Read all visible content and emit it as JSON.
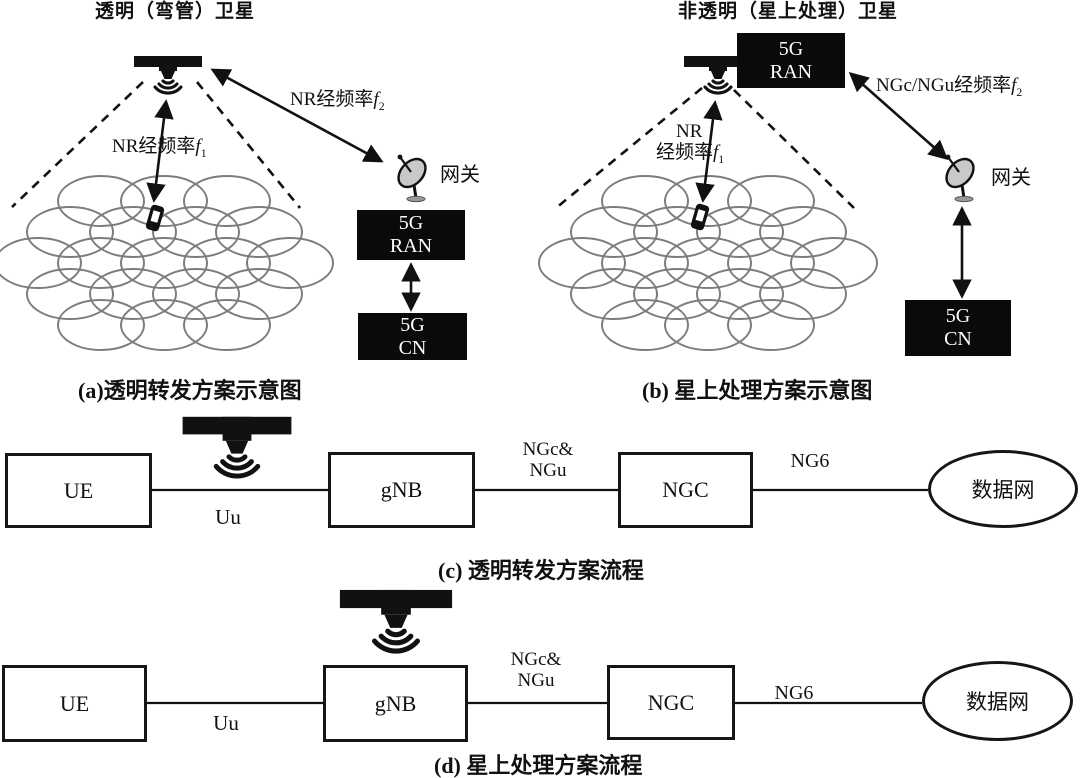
{
  "colors": {
    "ink": "#111111",
    "box_fill": "#0a0a0a",
    "box_text": "#ffffff",
    "beam_stroke": "#7d7d7d",
    "background": "#ffffff"
  },
  "icons": {
    "satellite": "satellite-icon",
    "gateway": "dish-icon",
    "handset": "phone-icon"
  },
  "panel_a": {
    "title": "透明（弯管）卫星",
    "freq_f1": {
      "base": "NR经频率",
      "var": "f",
      "sub": "1"
    },
    "freq_f2": {
      "base": "NR经频率",
      "var": "f",
      "sub": "2"
    },
    "gateway_label": "网关",
    "ran_box": {
      "line1": "5G",
      "line2": "RAN"
    },
    "cn_box": {
      "line1": "5G",
      "line2": "CN"
    },
    "caption": "(a)透明转发方案示意图"
  },
  "panel_b": {
    "title": "非透明（星上处理）卫星",
    "freq_f1": {
      "line1": "NR",
      "base": "经频率",
      "var": "f",
      "sub": "1"
    },
    "freq_f2": {
      "base": "NGc/NGu经频率",
      "var": "f",
      "sub": "2"
    },
    "gateway_label": "网关",
    "ran_box": {
      "line1": "5G",
      "line2": "RAN"
    },
    "cn_box": {
      "line1": "5G",
      "line2": "CN"
    },
    "caption": "(b) 星上处理方案示意图"
  },
  "flow_c": {
    "ue": "UE",
    "uu": "Uu",
    "gnb": "gNB",
    "iface": {
      "line1": "NGc&",
      "line2": "NGu"
    },
    "ngc": "NGC",
    "ng6": "NG6",
    "datanet": "数据网",
    "caption": "(c) 透明转发方案流程"
  },
  "flow_d": {
    "ue": "UE",
    "uu": "Uu",
    "gnb": "gNB",
    "iface": {
      "line1": "NGc&",
      "line2": "NGu"
    },
    "ngc": "NGC",
    "ng6": "NG6",
    "datanet": "数据网",
    "caption": "(d) 星上处理方案流程"
  }
}
